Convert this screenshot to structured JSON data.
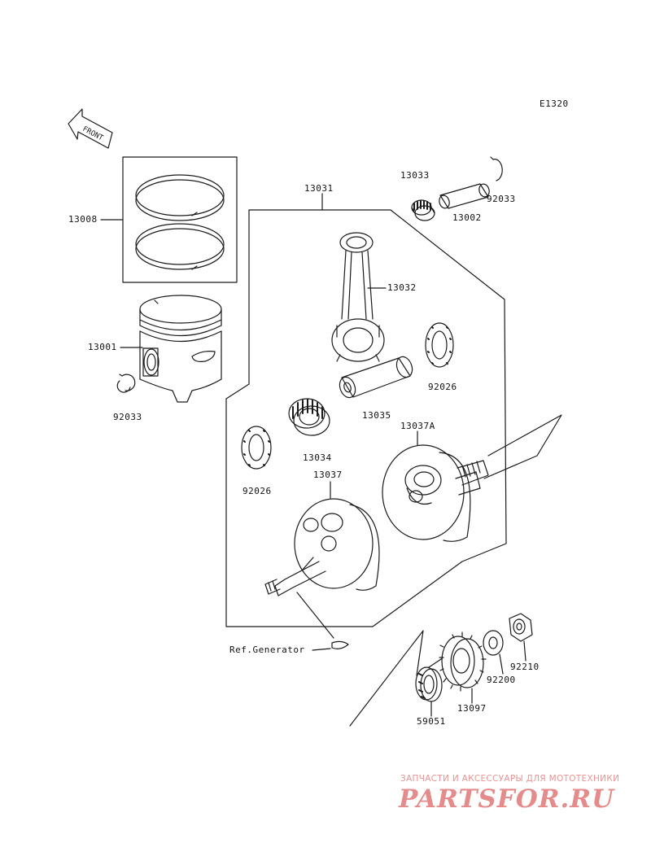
{
  "diagram_code": "E1320",
  "front_label": "FRONT",
  "labels": {
    "p13008": "13008",
    "p13001": "13001",
    "p92033_left": "92033",
    "p13031": "13031",
    "p13033": "13033",
    "p92033_right": "92033",
    "p13002": "13002",
    "p13032": "13032",
    "p92026_right": "92026",
    "p13035": "13035",
    "p13034": "13034",
    "p13037A": "13037A",
    "p92026_left": "92026",
    "p13037": "13037",
    "ref_generator": "Ref.Generator",
    "p92210": "92210",
    "p92200": "92200",
    "p13097": "13097",
    "p59051": "59051"
  },
  "watermark": {
    "subtitle": "ЗАПЧАСТИ И АКСЕССУАРЫ ДЛЯ МОТОТЕХНИКИ",
    "logo": "PARTSFOR.RU"
  },
  "colors": {
    "line": "#1a1a1a",
    "watermark": "#e48c8c"
  }
}
